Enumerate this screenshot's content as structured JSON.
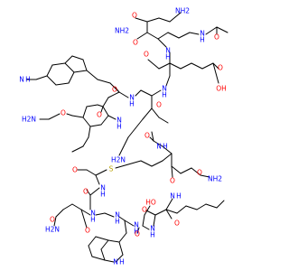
{
  "colors": {
    "N": "#0000FF",
    "O": "#FF0000",
    "S": "#B8A000",
    "C": "#000000"
  },
  "atoms": [
    {
      "id": "n_amide_top",
      "text": "NH2",
      "el": "N"
    },
    {
      "id": "o_top_left",
      "text": "O",
      "el": "O"
    },
    {
      "id": "n_asn_amide",
      "text": "NH2",
      "el": "N"
    },
    {
      "id": "o_asn",
      "text": "O",
      "el": "O"
    },
    {
      "id": "nh_gly",
      "text": "N",
      "el": "N"
    },
    {
      "id": "h_gly",
      "text": "H",
      "el": "N"
    },
    {
      "id": "o_gly",
      "text": "O",
      "el": "O"
    },
    {
      "id": "nh_asn2",
      "text": "N",
      "el": "N"
    },
    {
      "id": "h_asn2",
      "text": "H",
      "el": "N"
    },
    {
      "id": "o_glu1",
      "text": "O",
      "el": "O"
    },
    {
      "id": "oh_glu",
      "text": "OH",
      "el": "O"
    },
    {
      "id": "o_glu2",
      "text": "O",
      "el": "O"
    },
    {
      "id": "nh_indole1",
      "text": "N",
      "el": "N"
    },
    {
      "id": "h_indole1",
      "text": "H",
      "el": "N"
    },
    {
      "id": "o_trp1",
      "text": "O",
      "el": "O"
    },
    {
      "id": "nh_trp1",
      "text": "N",
      "el": "N"
    },
    {
      "id": "h_trp1",
      "text": "H",
      "el": "N"
    },
    {
      "id": "nh_glu",
      "text": "N",
      "el": "N"
    },
    {
      "id": "h_glu",
      "text": "H",
      "el": "N"
    },
    {
      "id": "o_lys",
      "text": "O",
      "el": "O"
    },
    {
      "id": "nh_lys",
      "text": "N",
      "el": "N"
    },
    {
      "id": "h_lys",
      "text": "H",
      "el": "N"
    },
    {
      "id": "o_tyr",
      "text": "O",
      "el": "O"
    },
    {
      "id": "nh_tyr",
      "text": "N",
      "el": "N"
    },
    {
      "id": "h_tyr",
      "text": "H",
      "el": "N"
    },
    {
      "id": "n_amine",
      "text": "H2N",
      "el": "N"
    },
    {
      "id": "o_ether",
      "text": "O",
      "el": "O"
    },
    {
      "id": "nh2_lys",
      "text": "H2N",
      "el": "N"
    },
    {
      "id": "nh_ac",
      "text": "N",
      "el": "N"
    },
    {
      "id": "h_ac",
      "text": "H",
      "el": "N"
    },
    {
      "id": "o_ac",
      "text": "O",
      "el": "O"
    },
    {
      "id": "s_thio",
      "text": "S",
      "el": "S"
    },
    {
      "id": "o_cys",
      "text": "O",
      "el": "O"
    },
    {
      "id": "nh_cys",
      "text": "N",
      "el": "N"
    },
    {
      "id": "h_cys",
      "text": "H",
      "el": "N"
    },
    {
      "id": "o_gln1",
      "text": "O",
      "el": "O"
    },
    {
      "id": "o_ring_r",
      "text": "O",
      "el": "O"
    },
    {
      "id": "nh_ring_r",
      "text": "N",
      "el": "N"
    },
    {
      "id": "h_ring_r",
      "text": "H",
      "el": "N"
    },
    {
      "id": "o_gln_side",
      "text": "O",
      "el": "O"
    },
    {
      "id": "n_gln_side",
      "text": "NH2",
      "el": "N"
    },
    {
      "id": "o_gln2_side",
      "text": "O",
      "el": "O"
    },
    {
      "id": "n_gln2_side",
      "text": "H2N",
      "el": "N"
    },
    {
      "id": "nh_gln2",
      "text": "N",
      "el": "N"
    },
    {
      "id": "h_gln2",
      "text": "H",
      "el": "N"
    },
    {
      "id": "o_gln2",
      "text": "O",
      "el": "O"
    },
    {
      "id": "nh_trp2",
      "text": "N",
      "el": "N"
    },
    {
      "id": "h_trp2",
      "text": "H",
      "el": "N"
    },
    {
      "id": "o_trp2",
      "text": "O",
      "el": "O"
    },
    {
      "id": "oh_thr",
      "text": "HO",
      "el": "O"
    },
    {
      "id": "nh_thr",
      "text": "N",
      "el": "N"
    },
    {
      "id": "h_thr",
      "text": "H",
      "el": "N"
    },
    {
      "id": "o_thr",
      "text": "O",
      "el": "O"
    },
    {
      "id": "nh_gln3",
      "text": "N",
      "el": "N"
    },
    {
      "id": "h_gln3",
      "text": "H",
      "el": "N"
    },
    {
      "id": "o_gln3",
      "text": "O",
      "el": "O"
    },
    {
      "id": "nh_indole2",
      "text": "N",
      "el": "N"
    },
    {
      "id": "h_indole2",
      "text": "H",
      "el": "N"
    }
  ]
}
